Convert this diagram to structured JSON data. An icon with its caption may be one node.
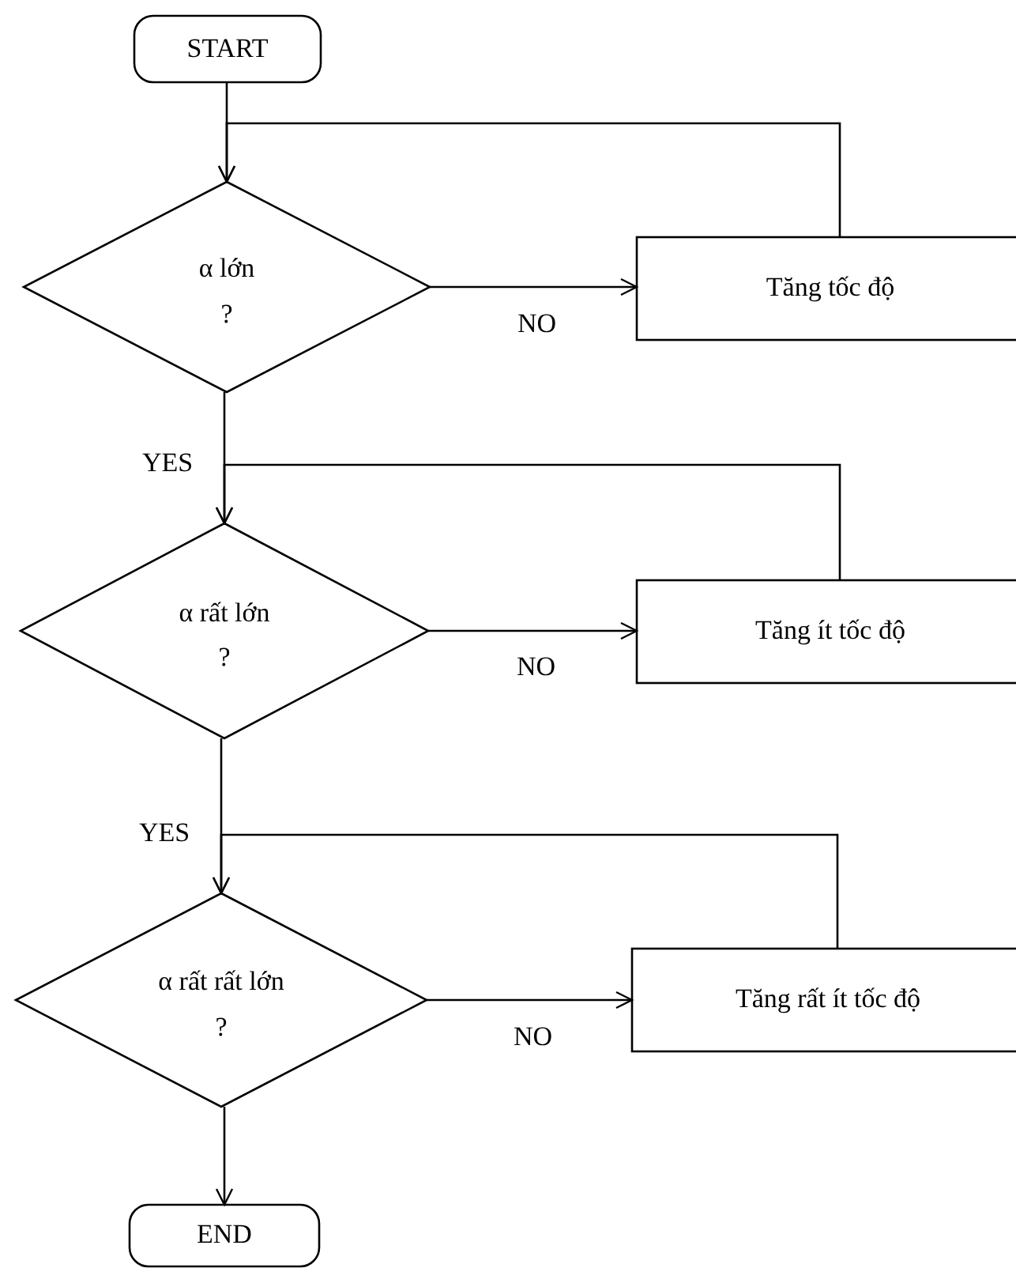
{
  "diagram": {
    "nodes": [
      {
        "text": [
          "START"
        ]
      },
      {
        "text": [
          "α lớn",
          "?"
        ]
      },
      {
        "text": [
          "Tăng tốc độ"
        ]
      },
      {
        "text": [
          "α rất lớn",
          "?"
        ]
      },
      {
        "text": [
          "Tăng ít tốc độ"
        ]
      },
      {
        "text": [
          "α rất rất lớn",
          "?"
        ]
      },
      {
        "text": [
          "Tăng rất ít tốc độ"
        ]
      },
      {
        "text": [
          "END"
        ]
      }
    ],
    "edges": [
      {
        "from": 0,
        "to": 1,
        "arrow": "to"
      },
      {
        "from": 1,
        "to": 2,
        "arrow": "to",
        "label": "NO"
      },
      {
        "from": 2,
        "to": 1,
        "arrow": "to"
      },
      {
        "from": 1,
        "to": 3,
        "arrow": "to",
        "label": "YES"
      },
      {
        "from": 3,
        "to": 4,
        "arrow": "to",
        "label": "NO"
      },
      {
        "from": 4,
        "to": 3,
        "arrow": "to"
      },
      {
        "from": 3,
        "to": 5,
        "arrow": "to",
        "label": "YES"
      },
      {
        "from": 5,
        "to": 6,
        "arrow": "to",
        "label": "NO"
      },
      {
        "from": 6,
        "to": 5,
        "arrow": "to"
      },
      {
        "from": 5,
        "to": 7,
        "arrow": "to"
      }
    ]
  }
}
